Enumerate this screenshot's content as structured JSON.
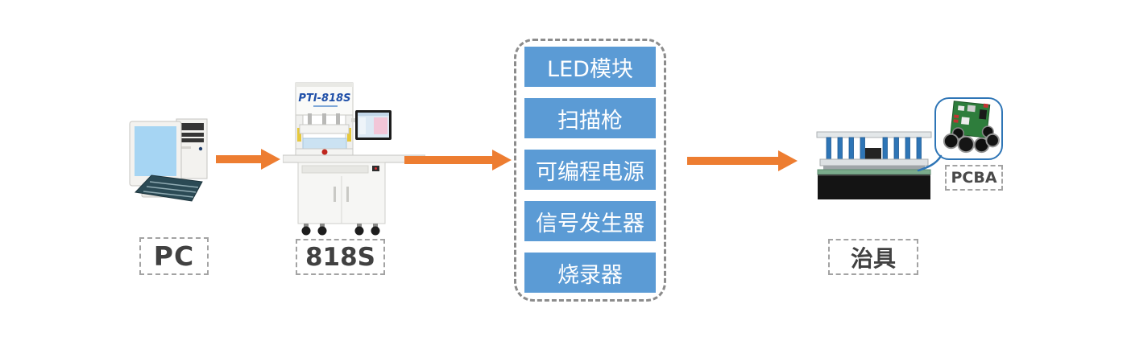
{
  "diagram": {
    "title_none": "",
    "nodes": {
      "pc": {
        "label": "PC",
        "icon": "desktop-computer"
      },
      "tester": {
        "label": "818S",
        "brand": "PTI-818S",
        "icon": "ict-test-machine"
      },
      "modules": {
        "items": [
          "LED模块",
          "扫描枪",
          "可编程电源",
          "信号发生器",
          "烧录器"
        ]
      },
      "fixture": {
        "label": "治具",
        "icon": "test-fixture"
      },
      "pcba": {
        "label": "PCBA",
        "icon": "circuit-board-photo"
      }
    },
    "flow": [
      "pc",
      "tester",
      "modules",
      "fixture"
    ],
    "colors": {
      "module_box": "#5B9BD5",
      "module_text": "#FFFFFF",
      "arrow": "#ED7D31",
      "container_dashed_border": "#8C8C8C",
      "label_dashed_border": "#A3A3A3",
      "label_text": "#414141",
      "callout_border": "#2E75B6",
      "brand_text": "#1F4FA8",
      "background": "#FFFFFF"
    }
  }
}
